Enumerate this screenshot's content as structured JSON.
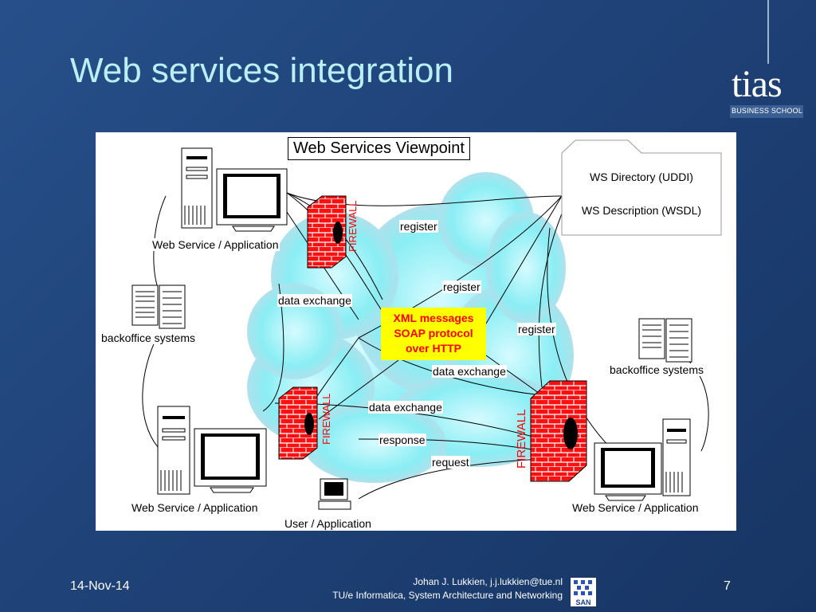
{
  "slide": {
    "title": "Web services integration",
    "date": "14-Nov-14",
    "author_line1": "Johan J. Lukkien, j.j.lukkien@tue.nl",
    "author_line2": "TU/e Informatica, System Architecture and Networking",
    "page_number": "7"
  },
  "logo": {
    "word": "tias",
    "sub": "BUSINESS SCHOOL"
  },
  "san_logo": {
    "text": "SAN"
  },
  "diagram": {
    "viewpoint_title": "Web Services Viewpoint",
    "directory": {
      "line1": "WS Directory (UDDI)",
      "line2": "WS Description (WSDL)"
    },
    "xml_box": {
      "line1": "XML messages",
      "line2": "SOAP protocol",
      "line3": "over HTTP"
    },
    "nodes": {
      "ws_top_left": "Web Service / Application",
      "backoffice_left": "backoffice systems",
      "ws_bottom_left": "Web Service / Application",
      "user_app": "User / Application",
      "ws_bottom_right": "Web Service / Application",
      "backoffice_right": "backoffice systems"
    },
    "firewall_label": "FIREWALL",
    "edges": {
      "register_1": "register",
      "register_2": "register",
      "register_3": "register",
      "data_exchange_1": "data exchange",
      "data_exchange_2": "data exchange",
      "data_exchange_3": "data exchange",
      "response": "response",
      "request": "request"
    }
  },
  "colors": {
    "background": "#1f4278",
    "title": "#b8f0f6",
    "firewall": "#ff0000",
    "xml_box": "#ffff00",
    "cloud": "#7fe8f0"
  }
}
